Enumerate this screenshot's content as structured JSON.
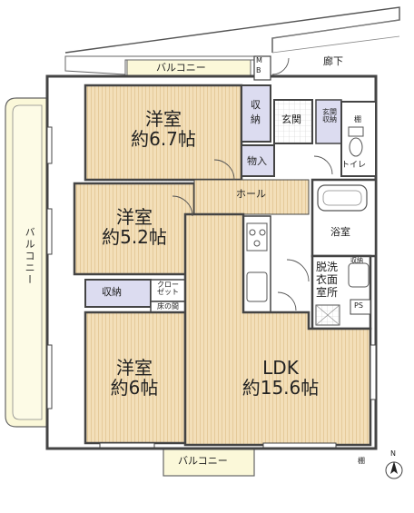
{
  "plan": {
    "corridor": "廊下",
    "mb": [
      "M",
      "B"
    ],
    "balcony_top": "バルコニー",
    "balcony_left": "バルコニー",
    "balcony_bottom": "バルコニー",
    "room1": {
      "name": "洋室",
      "size": "約6.7帖"
    },
    "room2": {
      "name": "洋室",
      "size": "約5.2帖"
    },
    "room3": {
      "name": "洋室",
      "size": "約6帖"
    },
    "ldk": {
      "name": "LDK",
      "size": "約15.6帖"
    },
    "storage1": [
      "収",
      "納"
    ],
    "storage2": "収納",
    "genkan": "玄関",
    "genkan_storage": [
      "玄関",
      "収納"
    ],
    "shelf_top": "棚",
    "shelf_bottom": "棚",
    "toilet": "トイレ",
    "monoire": "物入",
    "hall": "ホール",
    "bath": "浴室",
    "washroom": [
      "脱洗",
      "衣面",
      "室所"
    ],
    "washroom_storage": "収納",
    "ps": "PS",
    "closet": [
      "クロー",
      "ゼット"
    ],
    "tokonoma": "床の間",
    "north": "N"
  }
}
